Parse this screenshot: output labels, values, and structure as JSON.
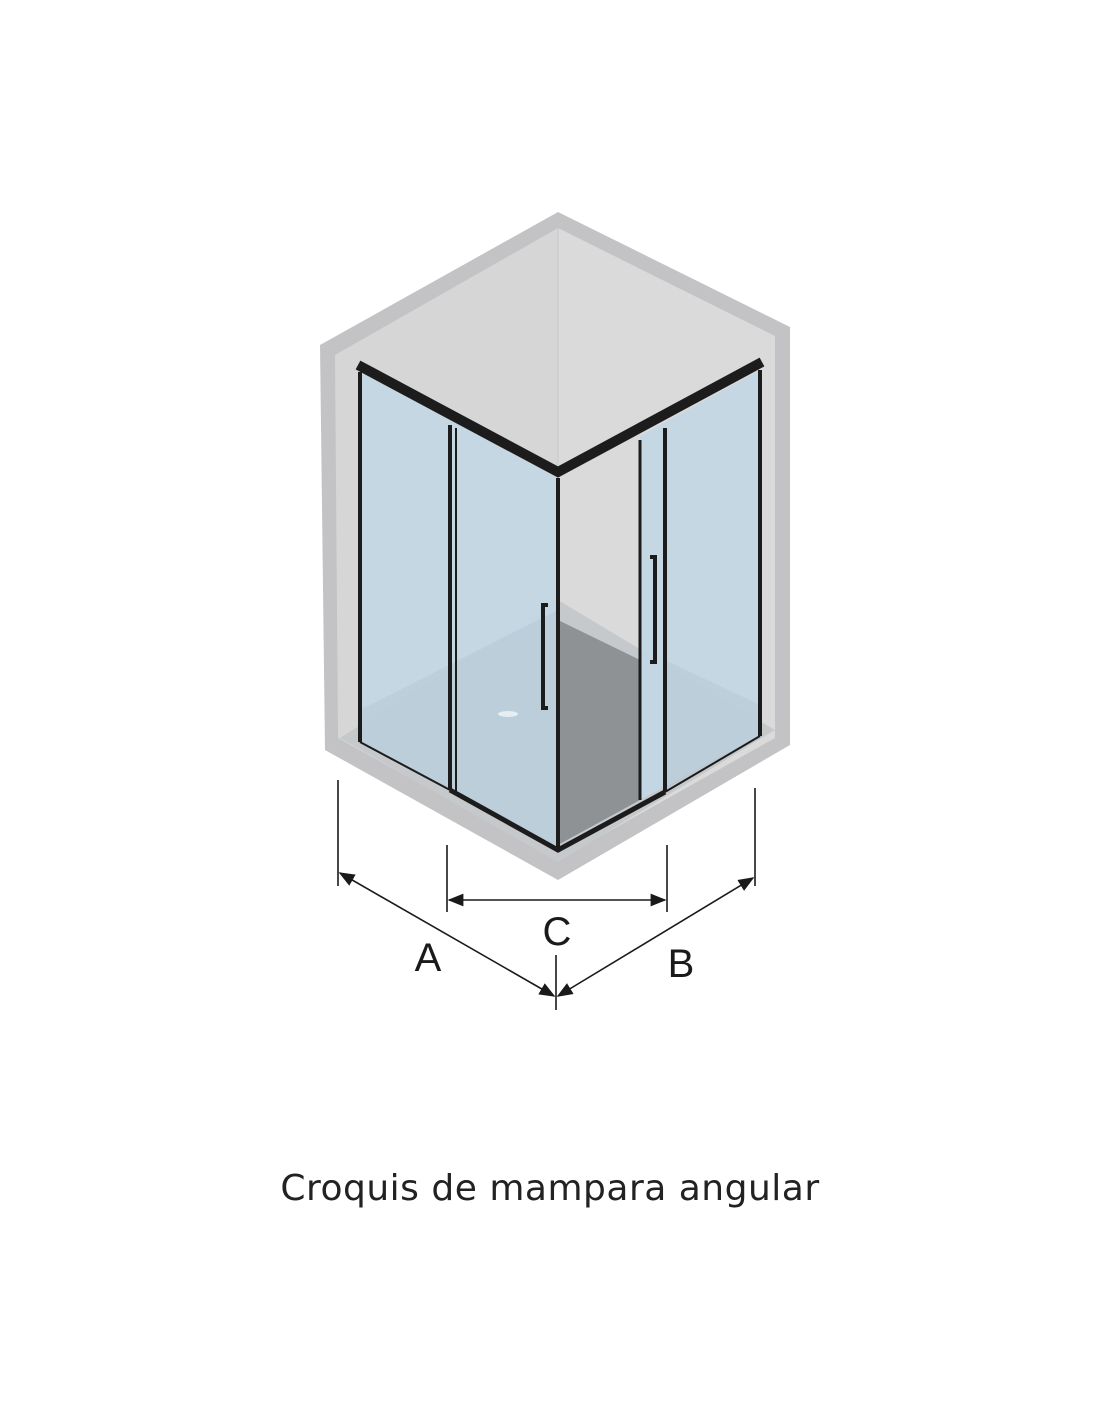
{
  "diagram": {
    "dimension_labels": {
      "a": "A",
      "b": "B",
      "c": "C"
    },
    "caption": "Croquis de mampara angular",
    "colors": {
      "wall_frame": "#c3c3c5",
      "wall": "#d9d9d9",
      "glass": "#c3d7e4",
      "profile": "#1c1c1c",
      "floor": "#8f9295"
    }
  }
}
